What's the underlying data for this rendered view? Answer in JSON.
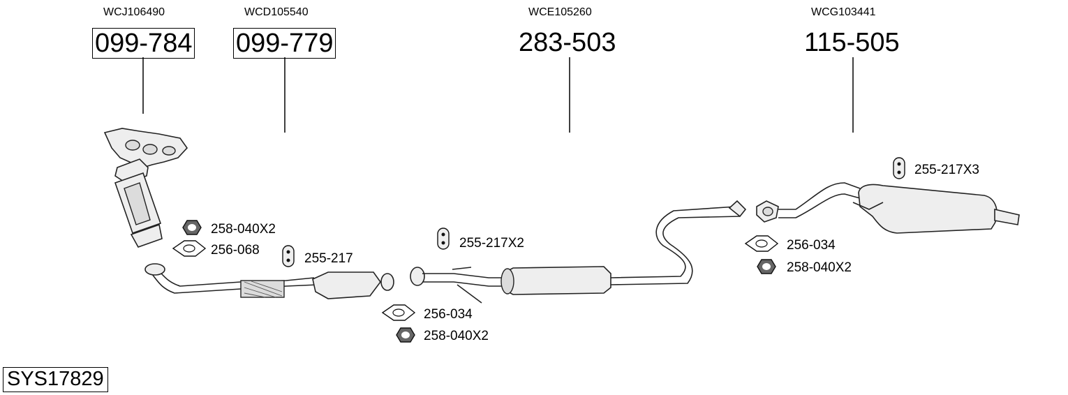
{
  "parts": [
    {
      "ref": "WCJ106490",
      "number": "099-784",
      "boxed": true
    },
    {
      "ref": "WCD105540",
      "number": "099-779",
      "boxed": true
    },
    {
      "ref": "WCE105260",
      "number": "283-503",
      "boxed": false
    },
    {
      "ref": "WCG103441",
      "number": "115-505",
      "boxed": false
    }
  ],
  "hardware": {
    "nut_front": "258-040X2",
    "gasket_front": "256-068",
    "hanger_front": "255-217",
    "hanger_mid": "255-217X2",
    "gasket_mid": "256-034",
    "nut_mid": "258-040X2",
    "hanger_rear": "255-217X3",
    "gasket_rear": "256-034",
    "nut_rear": "258-040X2"
  },
  "system_id": "SYS17829"
}
